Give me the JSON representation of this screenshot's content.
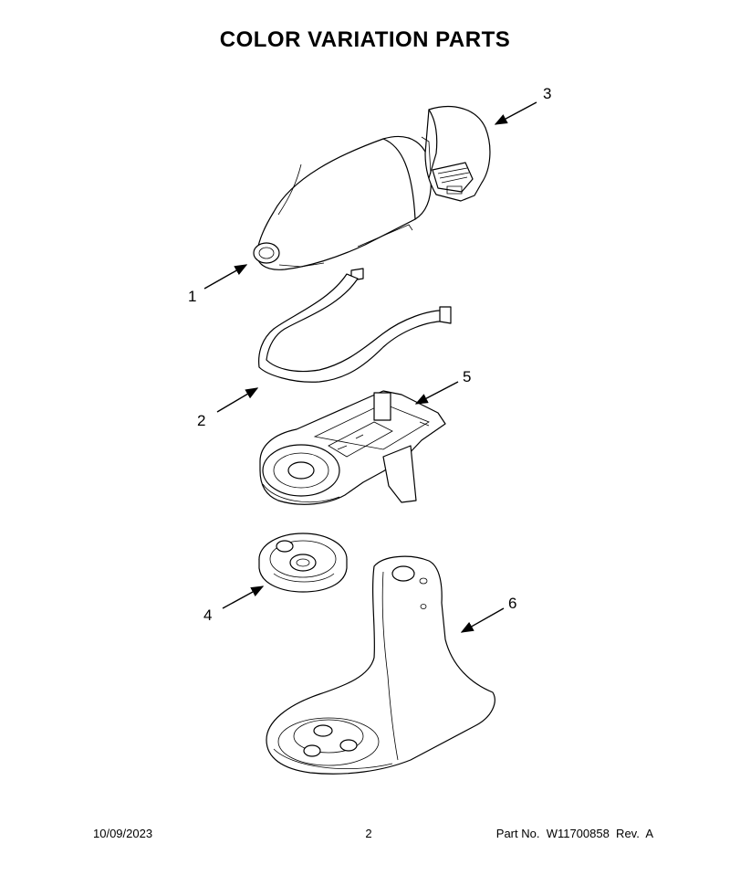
{
  "title": "COLOR VARIATION PARTS",
  "callouts": [
    {
      "id": "1",
      "label": "1"
    },
    {
      "id": "2",
      "label": "2"
    },
    {
      "id": "3",
      "label": "3"
    },
    {
      "id": "4",
      "label": "4"
    },
    {
      "id": "5",
      "label": "5"
    },
    {
      "id": "6",
      "label": "6"
    }
  ],
  "footer": {
    "date": "10/09/2023",
    "page": "2",
    "part_number": "Part No.  W11700858  Rev.  A"
  }
}
